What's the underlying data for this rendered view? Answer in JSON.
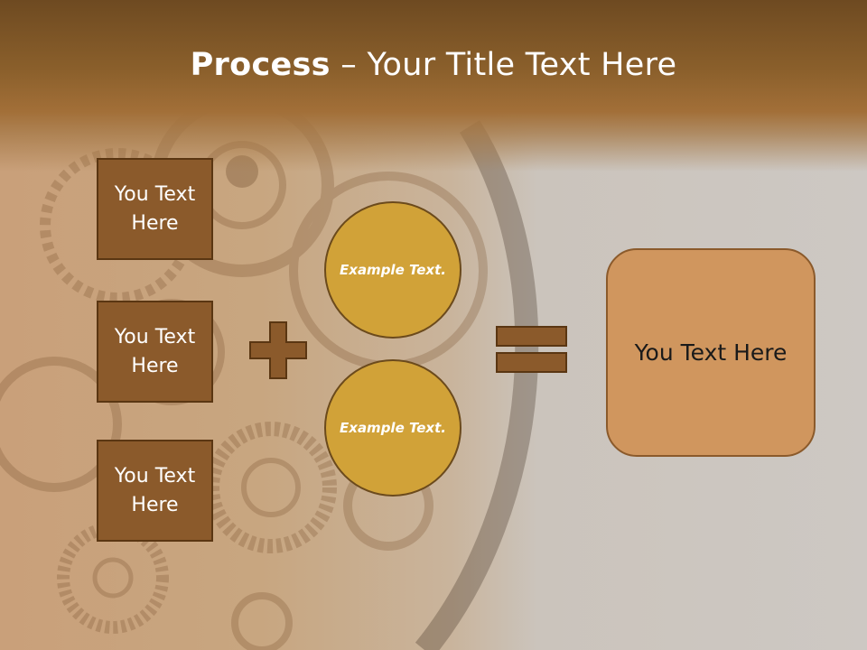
{
  "title": {
    "bold": "Process",
    "rest": " – Your Title Text Here"
  },
  "text_boxes": [
    {
      "label": "You Text Here"
    },
    {
      "label": "You Text Here"
    },
    {
      "label": "You Text Here"
    }
  ],
  "circles": [
    {
      "label": "Example Text."
    },
    {
      "label": "Example Text."
    }
  ],
  "operators": {
    "plus": "+",
    "equals": "="
  },
  "result": {
    "label": "You Text Here"
  },
  "colors": {
    "box_fill": "#8b5a2b",
    "circle_fill": "#d1a238",
    "result_fill": "#d0965e",
    "header": "#8a5f2b"
  }
}
